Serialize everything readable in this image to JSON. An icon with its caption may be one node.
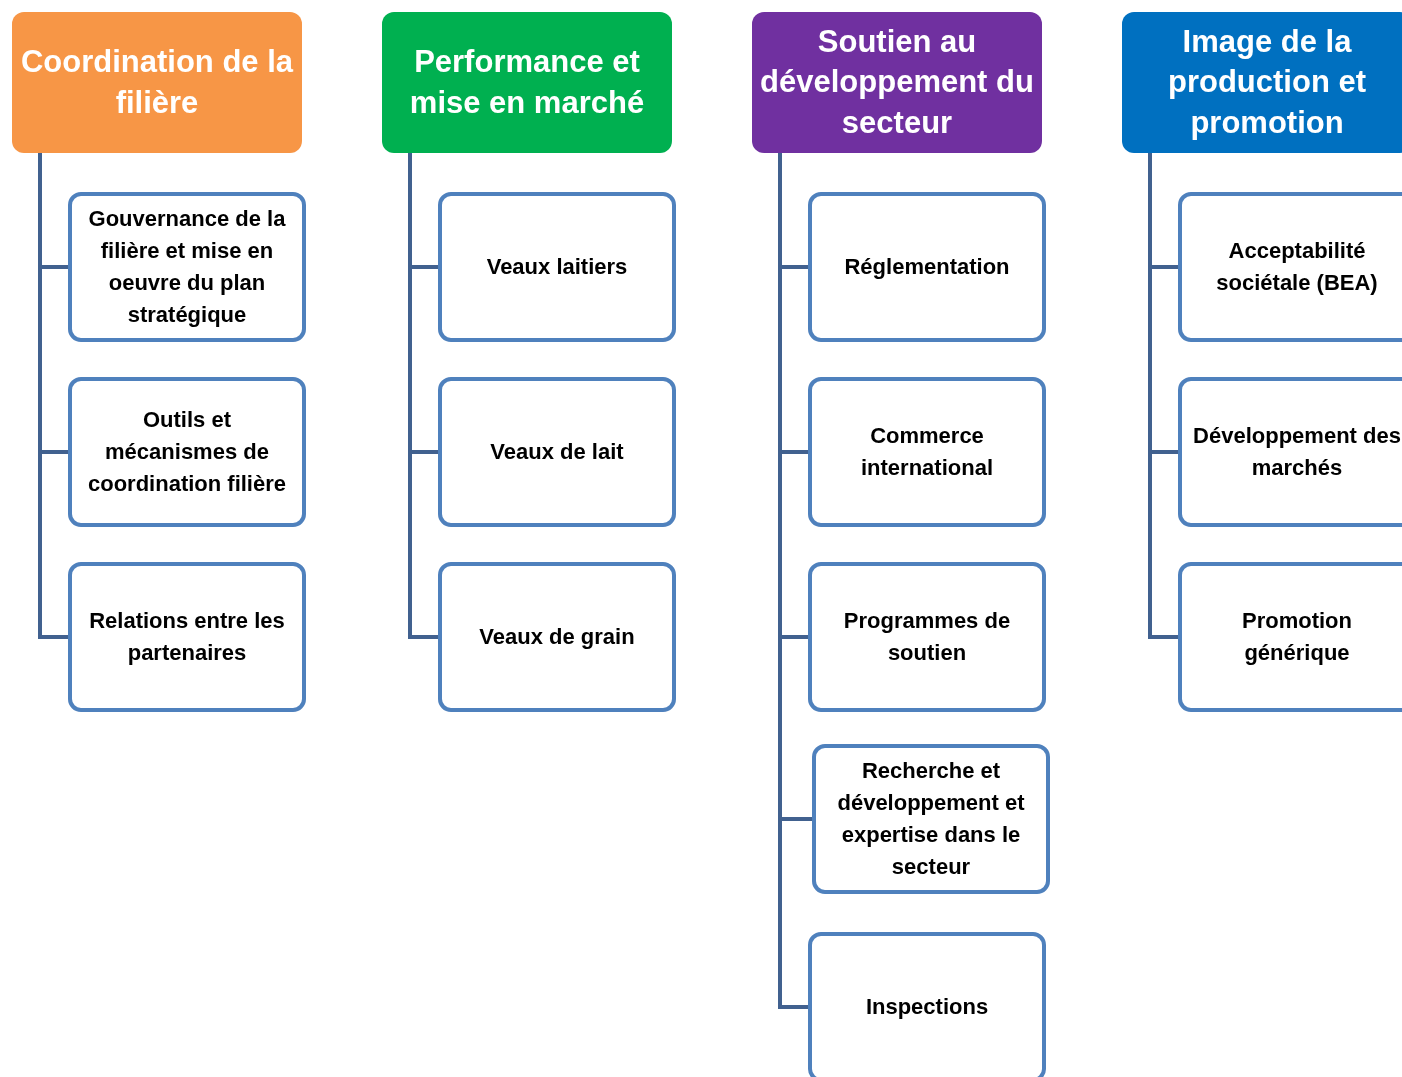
{
  "diagram": {
    "nodes": [
      {
        "text": [
          "Coordination de la filière"
        ]
      },
      {
        "text": [
          "Gouvernance de la filière et mise en oeuvre du plan stratégique"
        ]
      },
      {
        "text": [
          "Outils et mécanismes de coordination filière"
        ]
      },
      {
        "text": [
          "Relations entre les partenaires"
        ]
      },
      {
        "text": [
          "Performance et mise en marché"
        ]
      },
      {
        "text": [
          "Veaux laitiers"
        ]
      },
      {
        "text": [
          "Veaux de lait"
        ]
      },
      {
        "text": [
          "Veaux de grain"
        ]
      },
      {
        "text": [
          "Soutien au développement du secteur"
        ]
      },
      {
        "text": [
          "Réglementation"
        ]
      },
      {
        "text": [
          "Commerce international"
        ]
      },
      {
        "text": [
          "Programmes de soutien"
        ]
      },
      {
        "text": [
          "Recherche et développement et expertise dans le secteur"
        ]
      },
      {
        "text": [
          "Inspections"
        ]
      },
      {
        "text": [
          "Image de la production et promotion"
        ]
      },
      {
        "text": [
          "Acceptabilité sociétale (BEA)"
        ]
      },
      {
        "text": [
          "Développement des marchés"
        ]
      },
      {
        "text": [
          "Promotion générique"
        ]
      }
    ],
    "edges": [
      {
        "from": 0,
        "to": 1,
        "arrow": "none"
      },
      {
        "from": 0,
        "to": 2,
        "arrow": "none"
      },
      {
        "from": 0,
        "to": 3,
        "arrow": "none"
      },
      {
        "from": 4,
        "to": 5,
        "arrow": "none"
      },
      {
        "from": 4,
        "to": 6,
        "arrow": "none"
      },
      {
        "from": 4,
        "to": 7,
        "arrow": "none"
      },
      {
        "from": 8,
        "to": 9,
        "arrow": "none"
      },
      {
        "from": 8,
        "to": 10,
        "arrow": "none"
      },
      {
        "from": 8,
        "to": 11,
        "arrow": "none"
      },
      {
        "from": 8,
        "to": 12,
        "arrow": "none"
      },
      {
        "from": 8,
        "to": 13,
        "arrow": "none"
      },
      {
        "from": 14,
        "to": 15,
        "arrow": "none"
      },
      {
        "from": 14,
        "to": 16,
        "arrow": "none"
      },
      {
        "from": 14,
        "to": 17,
        "arrow": "none"
      }
    ]
  }
}
